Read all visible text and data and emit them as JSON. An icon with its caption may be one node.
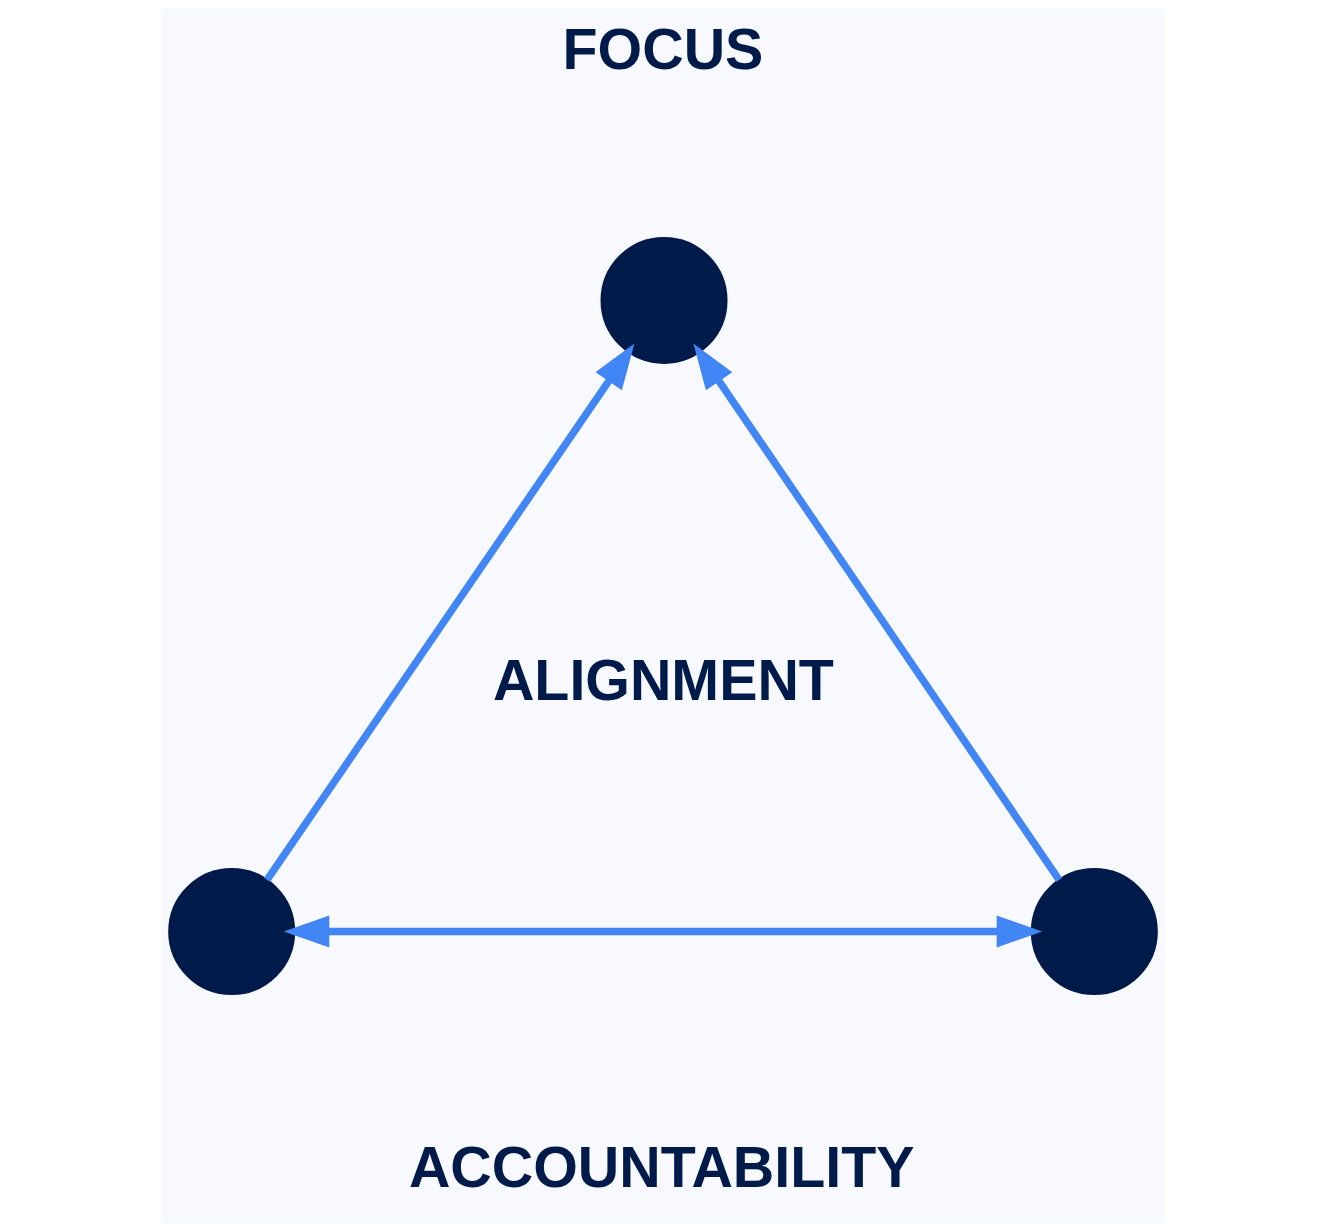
{
  "diagram": {
    "nodes": [
      {
        "text": [],
        "shape": "circle",
        "beside": [
          "FOCUS"
        ]
      },
      {
        "text": [],
        "shape": "circle"
      },
      {
        "text": [],
        "shape": "circle"
      }
    ],
    "edges": [
      {
        "from": 1,
        "to": 0,
        "arrow": "to"
      },
      {
        "from": 2,
        "to": 0,
        "arrow": "to"
      },
      {
        "from": 1,
        "to": 2,
        "arrow": "both"
      }
    ],
    "labels": [
      "ALIGNMENT",
      "ACCOUNTABILITY"
    ]
  }
}
